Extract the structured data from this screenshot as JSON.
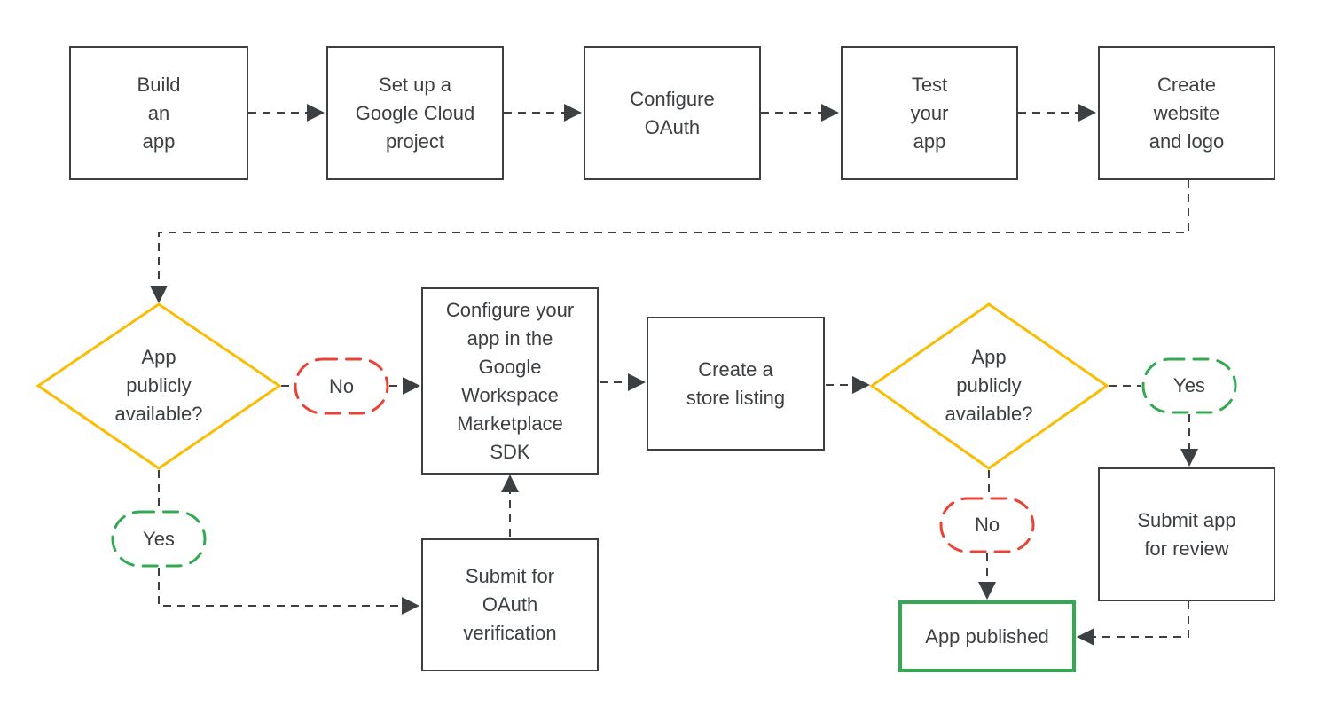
{
  "colors": {
    "ink": "#3C4043",
    "yellow": "#FBBC04",
    "green": "#34A853",
    "red": "#EA4335",
    "background": "#FFFFFF"
  },
  "steps": {
    "build_app": {
      "label": "Build\nan\napp"
    },
    "setup_project": {
      "label": "Set up a\nGoogle Cloud\nproject"
    },
    "configure_oauth": {
      "label": "Configure\nOAuth"
    },
    "test_app": {
      "label": "Test\nyour\napp"
    },
    "create_website": {
      "label": "Create\nwebsite\nand logo"
    },
    "configure_sdk": {
      "label": "Configure your\napp in the\nGoogle\nWorkspace\nMarketplace\nSDK"
    },
    "store_listing": {
      "label": "Create a\nstore listing"
    },
    "submit_oauth": {
      "label": "Submit for\nOAuth\nverification"
    },
    "submit_review": {
      "label": "Submit app\nfor review"
    },
    "app_published": {
      "label": "App published"
    }
  },
  "decisions": {
    "left": {
      "label": "App\npublicly\navailable?"
    },
    "right": {
      "label": "App\npublicly\navailable?"
    }
  },
  "branches": {
    "left_no": "No",
    "left_yes": "Yes",
    "right_yes": "Yes",
    "right_no": "No"
  }
}
